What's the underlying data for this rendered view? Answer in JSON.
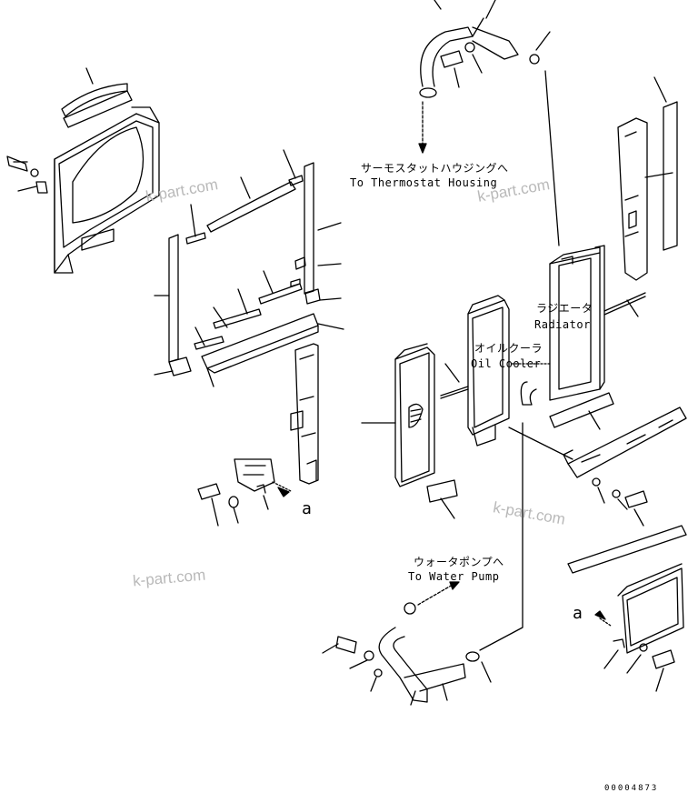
{
  "annotations": {
    "thermostat_jp": "サーモスタットハウジングへ",
    "thermostat_en": "To Thermostat Housing",
    "radiator_jp": "ラジエータ",
    "radiator_en": "Radiator",
    "oilcooler_jp": "オイルクーラ",
    "oilcooler_en": "Oil Cooler",
    "waterpump_jp": "ウォータポンプへ",
    "waterpump_en": "To Water Pump"
  },
  "view_markers": {
    "left": "a",
    "right": "a"
  },
  "watermarks": [
    "k-part.com",
    "k-part.com",
    "k-part.com",
    "k-part.com"
  ],
  "drawing_code": "00004873"
}
